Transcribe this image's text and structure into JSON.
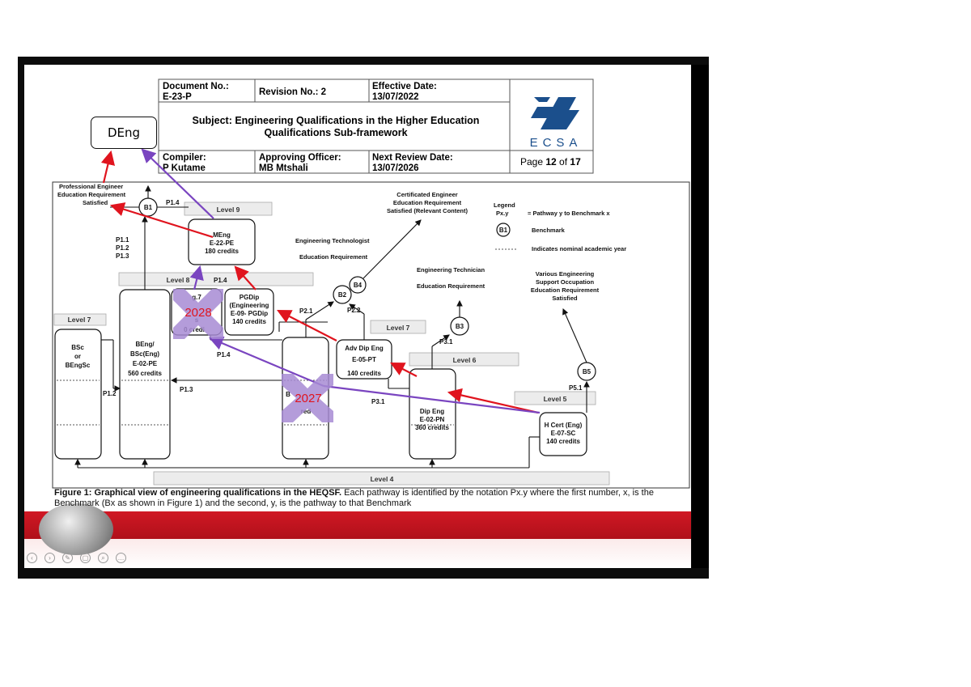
{
  "header": {
    "doc_no_label": "Document No.:",
    "doc_no_value": "E-23-P",
    "revision_label": "Revision No.: 2",
    "effective_label": "Effective Date:",
    "effective_value": "13/07/2022",
    "subject": "Subject: Engineering Qualifications in the Higher Education Qualifications Sub-framework",
    "compiler_label": "Compiler:",
    "compiler_value": "P Kutame",
    "approving_label": "Approving Officer:",
    "approving_value": "MB Mtshali",
    "next_review_label": "Next Review Date:",
    "next_review_value": "13/07/2026",
    "page_prefix": "Page ",
    "page_num": "12",
    "page_of": " of ",
    "page_total": "17",
    "logo_text": "ECSA"
  },
  "annotation": {
    "deng_label": "DEng",
    "cross_2028": "2028",
    "cross_2027": "2027",
    "arrow_red": "#e0141e",
    "arrow_purple": "#7a45c0",
    "cross_fill": "#a78bd4"
  },
  "diagram": {
    "pe_req": [
      "Professional Engineer",
      "Education Requirement",
      "Satisfied"
    ],
    "cert_eng_req": [
      "Certificated Engineer",
      "Education Requirement",
      "Satisfied (Relevant Content)"
    ],
    "tech_req": [
      "Engineering Technologist",
      "Education Requirement"
    ],
    "technician_req": [
      "Engineering Technician",
      "Education Requirement"
    ],
    "support_req": [
      "Various Engineering",
      "Support Occupation",
      "Education Requirement",
      "Satisfied"
    ],
    "legend_title": "Legend",
    "legend_pxy": "Px.y",
    "legend_pxy_desc": "= Pathway y to Benchmark x",
    "legend_b1": "B1",
    "legend_b1_desc": "Benchmark",
    "legend_dots_desc": "Indicates nominal academic year",
    "levels": {
      "l9": "Level 9",
      "l8": "Level 8",
      "l7a": "Level 7",
      "l7b": "Level 7",
      "l6": "Level 6",
      "l5": "Level 5",
      "l4": "Level 4"
    },
    "benchmarks": {
      "b1": "B1",
      "b2": "B2",
      "b3": "B3",
      "b4": "B4",
      "b5": "B5"
    },
    "boxes": {
      "meng": [
        "MEng",
        "E-22-PE",
        "180 credits"
      ],
      "pgdip": [
        "PGDip",
        "(Engineering",
        "E-09- PGDip",
        "140 credits"
      ],
      "pg_partial": [
        "g.7",
        "s",
        "0 credi"
      ],
      "bsc": [
        "BSc",
        "or",
        "BEngSc"
      ],
      "beng": [
        "BEng/",
        "BSc(Eng)",
        "E-02-PE",
        "560 credits"
      ],
      "advdip": [
        "Adv Dip Eng",
        "E-05-PT",
        "140 credits"
      ],
      "dipeng": [
        "Dip Eng",
        "E-02-PN",
        "360 credits"
      ],
      "hcert": [
        "H Cert (Eng)",
        "E-07-SC",
        "140 credits"
      ],
      "bt_partial": [
        "B",
        "red"
      ]
    },
    "pathways": {
      "p14a": "P1.4",
      "p11": "P1.1",
      "p12": "P1.2",
      "p13": "P1.3",
      "p14b": "P1.4",
      "p14c": "P1.4",
      "p12b": "P1.2",
      "p13b": "P1.3",
      "p21": "P2.1",
      "p22": "P2.2",
      "p31a": "P3.1",
      "p31b": "P3.1",
      "p51": "P5.1"
    }
  },
  "caption": {
    "bold": "Figure 1: Graphical view of engineering qualifications in the HEQSF.",
    "rest": " Each pathway is identified by the notation Px.y where the first number, x, is the Benchmark (Bx as shown in Figure 1) and the second, y, is the pathway to that Benchmark"
  },
  "controls": [
    "prev",
    "next",
    "pen",
    "view",
    "zoom",
    "more"
  ]
}
